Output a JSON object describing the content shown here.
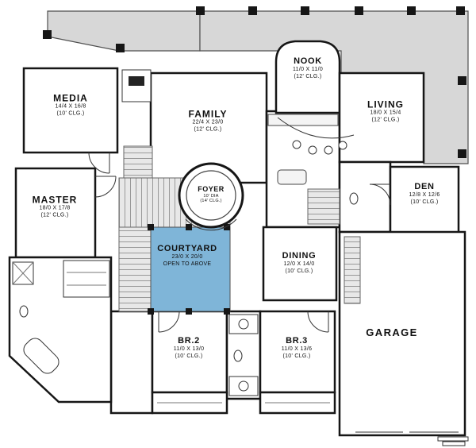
{
  "title": "Courtyard house floor plan",
  "rooms": {
    "media": {
      "name": "MEDIA",
      "size": "14/4 X 16/8",
      "ceiling": "(10' CLG.)"
    },
    "family": {
      "name": "FAMILY",
      "size": "22/4 X 23/0",
      "ceiling": "(12' CLG.)"
    },
    "nook": {
      "name": "NOOK",
      "size": "11/0 X 11/0",
      "ceiling": "(12' CLG.)"
    },
    "living": {
      "name": "LIVING",
      "size": "18/0 X 15/4",
      "ceiling": "(12' CLG.)"
    },
    "master": {
      "name": "MASTER",
      "size": "18/0 X 17/8",
      "ceiling": "(12' CLG.)"
    },
    "foyer": {
      "name": "FOYER",
      "size": "10' DIA",
      "ceiling": "(14' CLG.)"
    },
    "den": {
      "name": "DEN",
      "size": "12/8 X 12/6",
      "ceiling": "(10' CLG.)"
    },
    "courtyard": {
      "name": "COURTYARD",
      "size": "23/0 X 20/0",
      "note": "OPEN TO ABOVE"
    },
    "dining": {
      "name": "DINING",
      "size": "12/0 X 14/0",
      "ceiling": "(10' CLG.)"
    },
    "br2": {
      "name": "BR.2",
      "size": "11/0 X 13/0",
      "ceiling": "(10' CLG.)"
    },
    "br3": {
      "name": "BR.3",
      "size": "11/0 X 13/6",
      "ceiling": "(10' CLG.)"
    },
    "garage": {
      "name": "GARAGE"
    }
  },
  "colors": {
    "courtyard_fill": "#7fb5d8",
    "terrace_fill": "#d7d7d7",
    "wall": "#161616",
    "hatch": "#999999"
  }
}
